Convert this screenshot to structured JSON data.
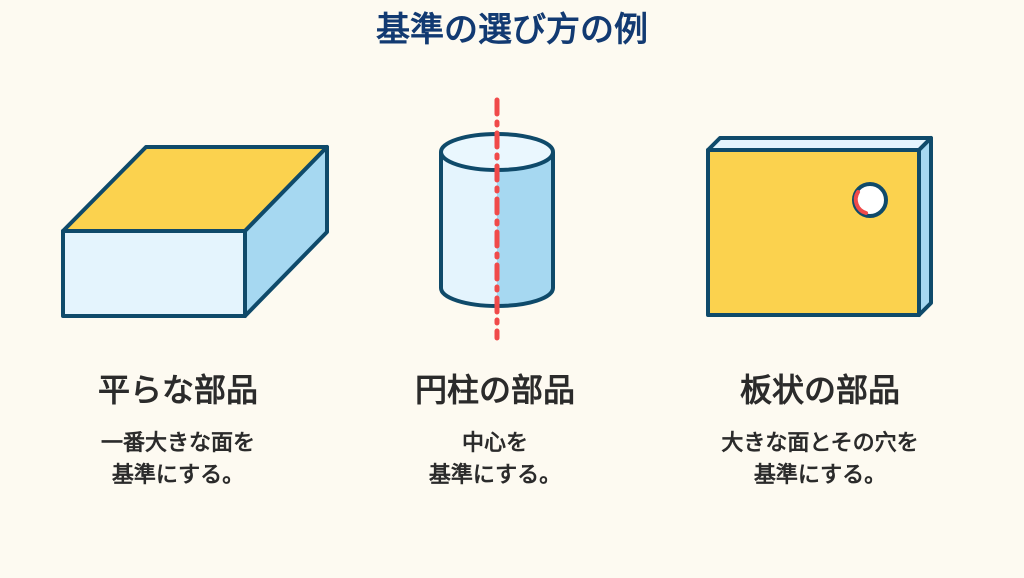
{
  "title": "基準の選び方の例",
  "columns": [
    {
      "heading": "平らな部品",
      "desc_lines": [
        "一番大きな面を",
        "基準にする。"
      ],
      "figure": "flat-box"
    },
    {
      "heading": "円柱の部品",
      "desc_lines": [
        "中心を",
        "基準にする。"
      ],
      "figure": "cylinder"
    },
    {
      "heading": "板状の部品",
      "desc_lines": [
        "大きな面とその穴を",
        "基準にする。"
      ],
      "figure": "plate-with-hole"
    }
  ],
  "colors": {
    "title": "#123a72",
    "outline": "#0f4a6a",
    "yellow": "#fbd24e",
    "light_blue": "#e4f4fd",
    "mid_blue": "#a6d8f1",
    "red_axis": "#f04a4a",
    "text": "#2b2b2b",
    "background": "#fdfaf1"
  }
}
